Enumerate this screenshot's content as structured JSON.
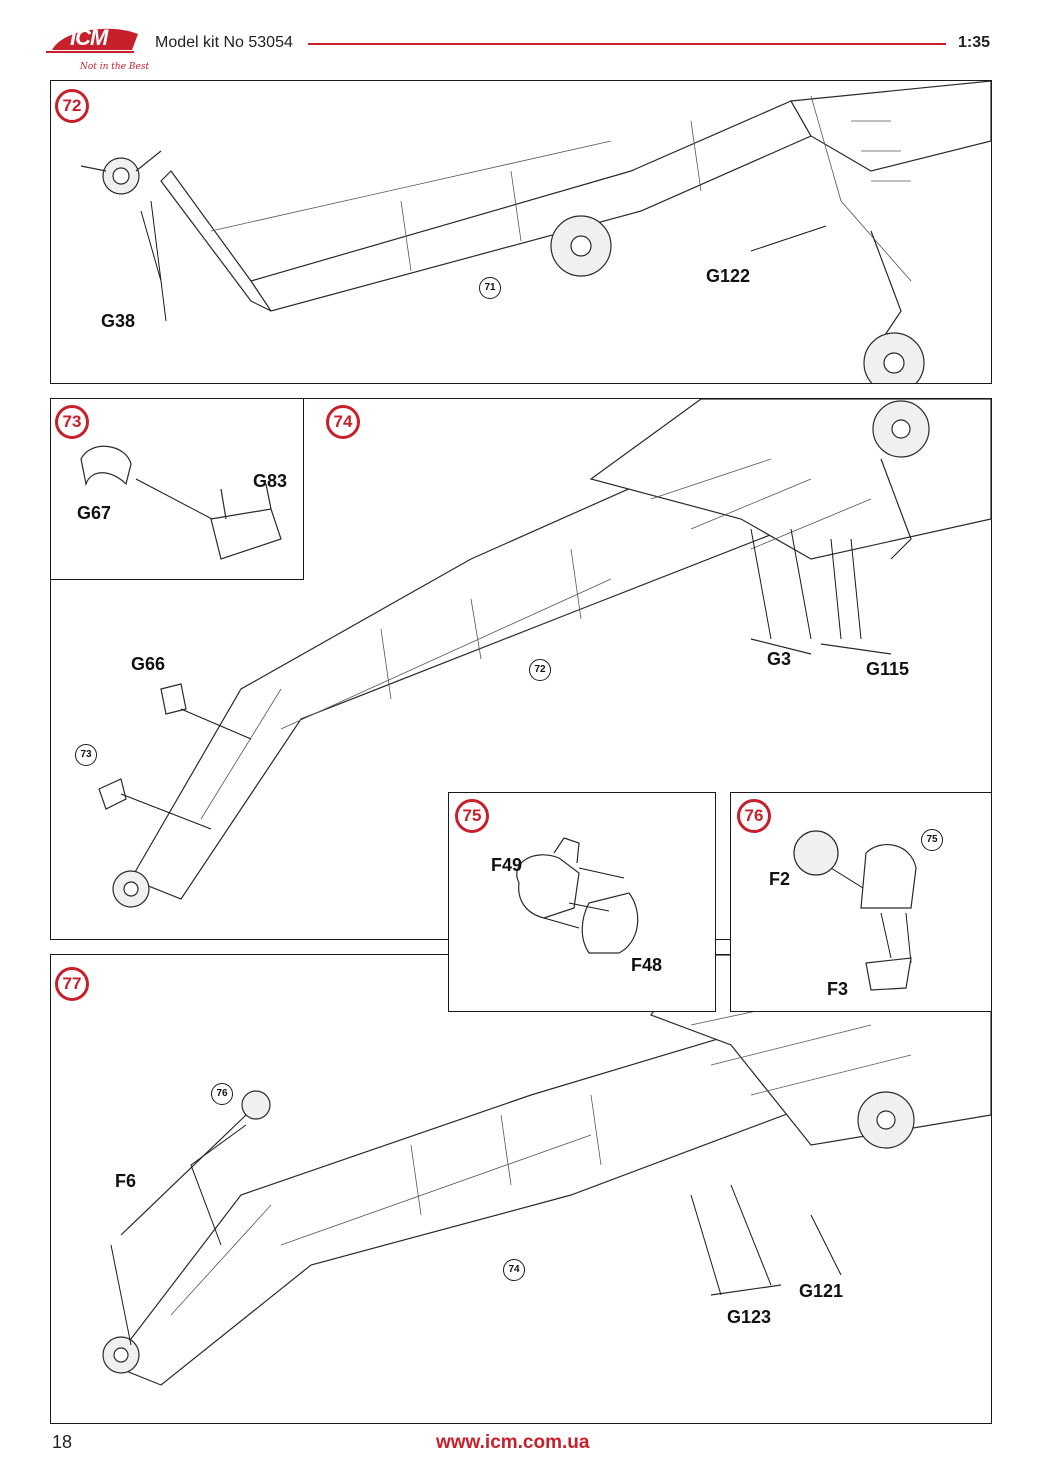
{
  "header": {
    "logo_text": "ICM",
    "logo_tagline": "Not in the Best",
    "title": "Model kit No 53054",
    "scale": "1:35"
  },
  "colors": {
    "accent": "#c8202b",
    "line": "#1a1a1a"
  },
  "steps": {
    "s72": {
      "number": "72",
      "ref": "71",
      "parts": {
        "g38": "G38",
        "g122": "G122"
      }
    },
    "s73": {
      "number": "73",
      "parts": {
        "g67": "G67",
        "g83": "G83"
      }
    },
    "s74": {
      "number": "74",
      "ref": "72",
      "ref_sub": "73",
      "parts": {
        "g66": "G66",
        "g3": "G3",
        "g115": "G115"
      }
    },
    "s75": {
      "number": "75",
      "parts": {
        "f49": "F49",
        "f48": "F48"
      }
    },
    "s76": {
      "number": "76",
      "ref": "75",
      "parts": {
        "f2": "F2",
        "f3": "F3"
      }
    },
    "s77": {
      "number": "77",
      "ref": "74",
      "ref_sub": "76",
      "parts": {
        "f6": "F6",
        "g121": "G121",
        "g123": "G123"
      }
    }
  },
  "footer": {
    "page_number": "18",
    "url": "www.icm.com.ua"
  }
}
